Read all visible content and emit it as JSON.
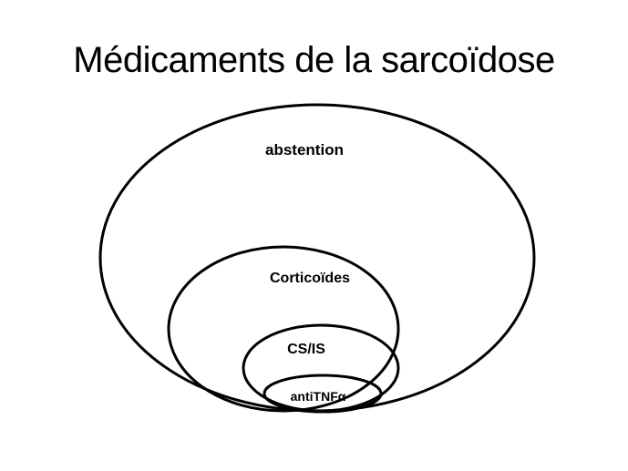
{
  "slide": {
    "title": "Médicaments de la sarcoïdose"
  },
  "diagram": {
    "levels": [
      {
        "label": "abstention"
      },
      {
        "label": "Corticoïdes"
      },
      {
        "label": "CS/IS"
      },
      {
        "label": "antiTNFα"
      }
    ]
  },
  "colors": {
    "background": "#ffffff",
    "stroke": "#000000",
    "text": "#000000"
  }
}
